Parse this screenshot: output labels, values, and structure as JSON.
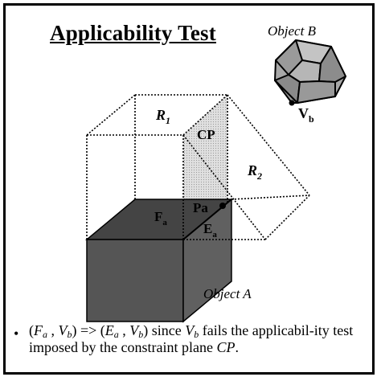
{
  "title": "Applicability Test",
  "labels": {
    "object_b": "Object B",
    "v_b": "V",
    "v_b_sub": "b",
    "r1": "R",
    "r1_sub": "1",
    "r2": "R",
    "r2_sub": "2",
    "cp": "CP",
    "pa": "Pa",
    "f_a": "F",
    "f_a_sub": "a",
    "e_a": "E",
    "e_a_sub": "a",
    "object_a": "Object A"
  },
  "caption": {
    "bullet": "•",
    "p1_open": "(",
    "F": "F",
    "a1": "a",
    "comma1": " , ",
    "V": "V",
    "b1": "b",
    "p1_close": ") => (",
    "E": "E",
    "a2": "a",
    "comma2": " , ",
    "V2": "V",
    "b2": "b",
    "p2_close": ") since ",
    "V3": "V",
    "b3": "b",
    "rest": " fails the applicabil-ity test imposed by the constraint plane ",
    "CP": "CP",
    "end": "."
  },
  "colors": {
    "box_front": "#555555",
    "box_top": "#444444",
    "box_side": "#606060",
    "cp_plane": "#d4d4d4",
    "poly_face": "#a8a8a8"
  }
}
